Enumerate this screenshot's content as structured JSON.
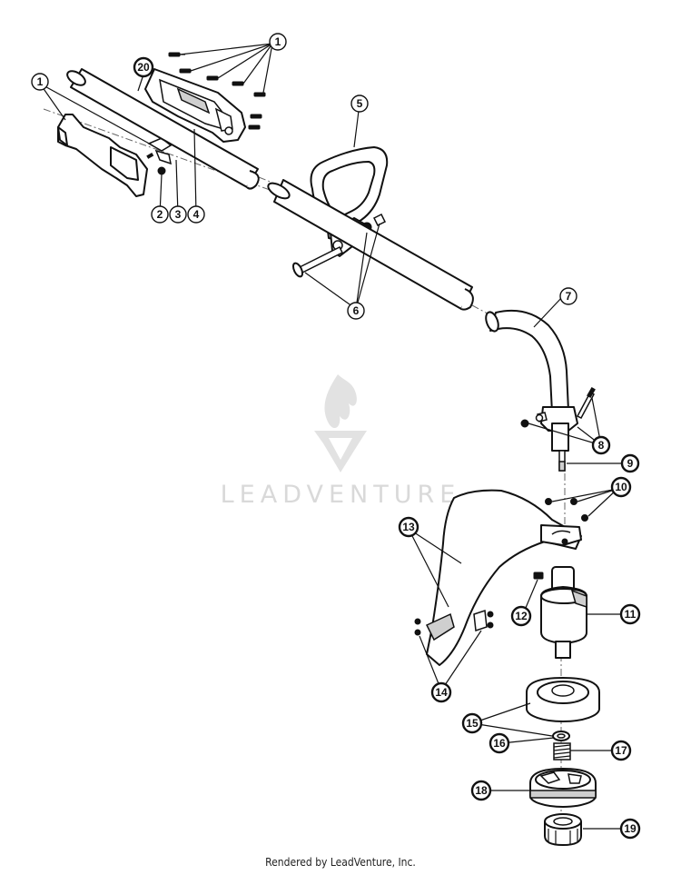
{
  "watermark": {
    "text": "LEADVENTURE"
  },
  "footer": {
    "text": "Rendered by LeadVenture, Inc."
  },
  "callouts": [
    {
      "id": "c1a",
      "label": "1"
    },
    {
      "id": "c1b",
      "label": "1"
    },
    {
      "id": "c2",
      "label": "2"
    },
    {
      "id": "c3",
      "label": "3"
    },
    {
      "id": "c4",
      "label": "4"
    },
    {
      "id": "c5",
      "label": "5"
    },
    {
      "id": "c6",
      "label": "6"
    },
    {
      "id": "c7",
      "label": "7"
    },
    {
      "id": "c8",
      "label": "8"
    },
    {
      "id": "c9",
      "label": "9"
    },
    {
      "id": "c10",
      "label": "10"
    },
    {
      "id": "c11",
      "label": "11"
    },
    {
      "id": "c12",
      "label": "12"
    },
    {
      "id": "c13",
      "label": "13"
    },
    {
      "id": "c14",
      "label": "14"
    },
    {
      "id": "c15",
      "label": "15"
    },
    {
      "id": "c16",
      "label": "16"
    },
    {
      "id": "c17",
      "label": "17"
    },
    {
      "id": "c18",
      "label": "18"
    },
    {
      "id": "c19",
      "label": "19"
    },
    {
      "id": "c20",
      "label": "20"
    }
  ]
}
